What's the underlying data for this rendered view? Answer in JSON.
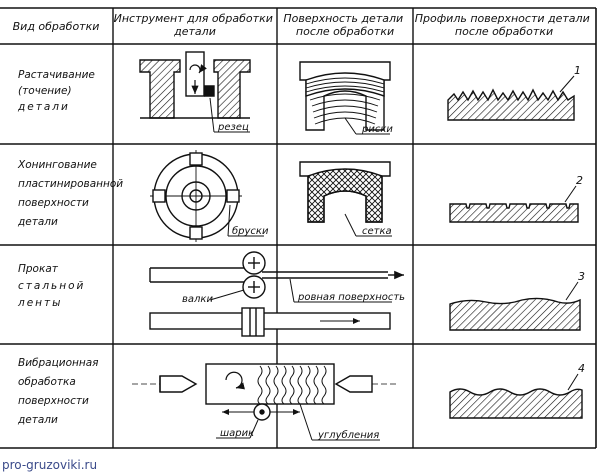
{
  "header": {
    "col1": [
      "Вид обработки"
    ],
    "col2": [
      "Инструмент для обработки",
      "детали"
    ],
    "col3": [
      "Поверхность детали",
      "после обработки"
    ],
    "col4": [
      "Профиль поверхности детали",
      "после    обработки"
    ]
  },
  "rows": [
    {
      "name": [
        "Растачивание",
        "(точение)",
        "детали"
      ],
      "tool_label": "резец",
      "surface_label": "риски",
      "profile_number": "1"
    },
    {
      "name": [
        "Хонингование",
        "пластинированной",
        "поверхности",
        "детали"
      ],
      "tool_label": "бруски",
      "surface_label": "сетка",
      "profile_number": "2"
    },
    {
      "name": [
        "Прокат",
        "стальной",
        "ленты"
      ],
      "tool_label": "валки",
      "surface_label": "ровная поверхность",
      "profile_number": "3"
    },
    {
      "name": [
        "Вибрационная",
        "обработка",
        "поверхности",
        "детали"
      ],
      "tool_label": "шарик",
      "surface_label": "углубления",
      "profile_number": "4"
    }
  ],
  "watermark": "pro-gruzoviki.ru"
}
